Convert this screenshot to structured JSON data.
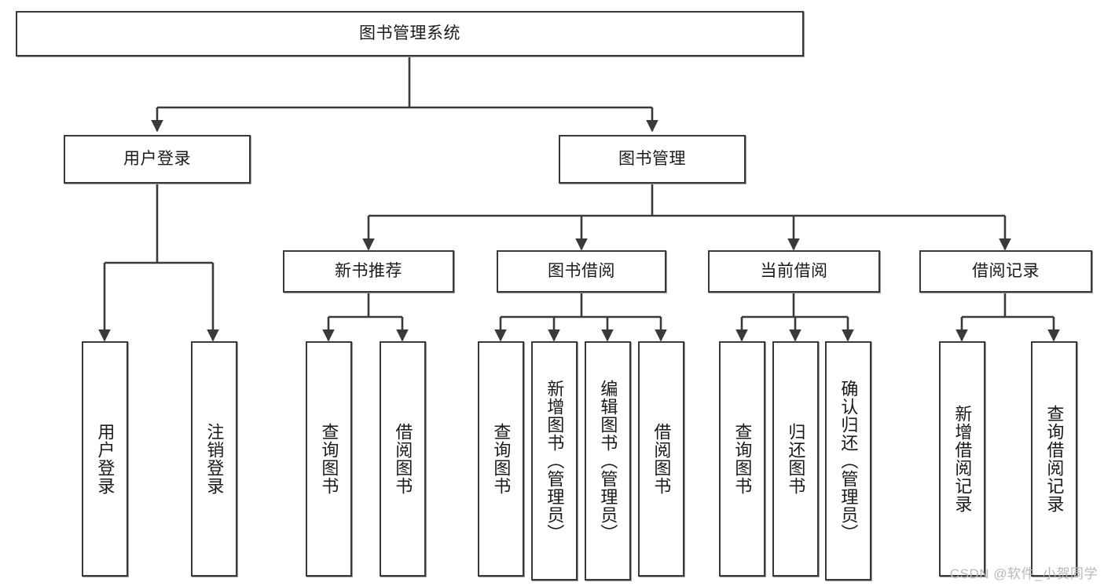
{
  "diagram": {
    "type": "tree-hierarchy",
    "title": "图书管理系统",
    "watermark": "CSDN @软件_小贺同学",
    "colors": {
      "box_border": "#3a3a3a",
      "box_fill": "#ffffff",
      "text": "#1a1a1a",
      "connector": "#3a3a3a",
      "watermark": "#b9b9b9"
    },
    "root": {
      "label": "图书管理系统"
    },
    "level1": [
      {
        "label": "用户登录"
      },
      {
        "label": "图书管理"
      }
    ],
    "level2": [
      {
        "label": "新书推荐"
      },
      {
        "label": "图书借阅"
      },
      {
        "label": "当前借阅"
      },
      {
        "label": "借阅记录"
      }
    ],
    "leaves": {
      "user_login": [
        {
          "label": "用户登录"
        },
        {
          "label": "注销登录"
        }
      ],
      "new_book_recommend": [
        {
          "label": "查询图书"
        },
        {
          "label": "借阅图书"
        }
      ],
      "book_borrow": [
        {
          "label": "查询图书"
        },
        {
          "label": "新增图书（管理员）"
        },
        {
          "label": "编辑图书（管理员）"
        },
        {
          "label": "借阅图书"
        }
      ],
      "current_borrow": [
        {
          "label": "查询图书"
        },
        {
          "label": "归还图书"
        },
        {
          "label": "确认归还（管理员）"
        }
      ],
      "borrow_record": [
        {
          "label": "新增借阅记录"
        },
        {
          "label": "查询借阅记录"
        }
      ]
    }
  }
}
